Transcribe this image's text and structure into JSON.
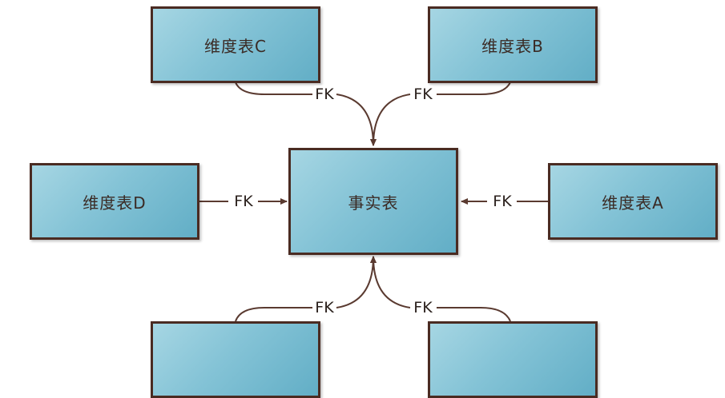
{
  "diagram": {
    "fact_table": "事实表",
    "dimension_tables": {
      "a": "维度表A",
      "b": "维度表B",
      "c": "维度表C",
      "d": "维度表D"
    },
    "relation_label": "FK",
    "colors": {
      "box_fill_light": "#a6d6e3",
      "box_fill_dark": "#62aec6",
      "border": "#4a2b22",
      "connector": "#5a3a30"
    }
  }
}
